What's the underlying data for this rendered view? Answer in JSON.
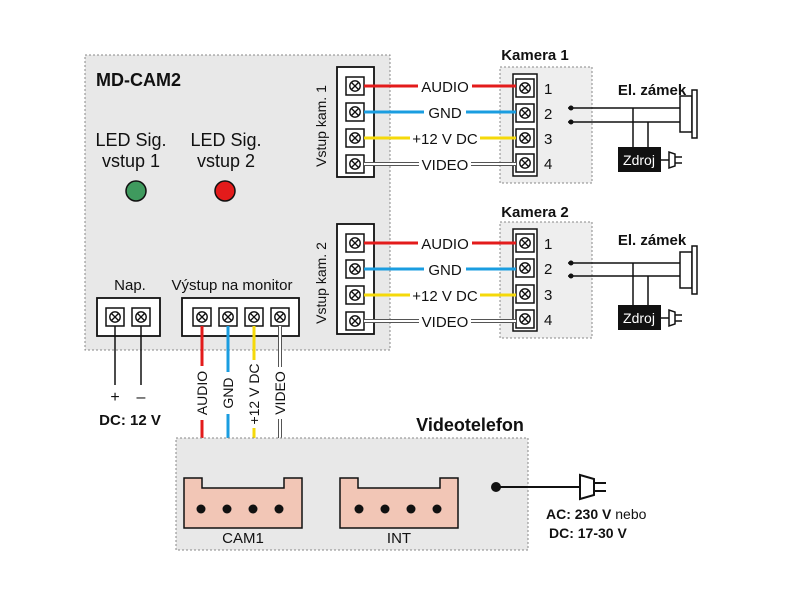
{
  "module": {
    "title": "MD-CAM2",
    "led1": {
      "line1": "LED Sig.",
      "line2": "vstup 1",
      "color": "#3f9a5e"
    },
    "led2": {
      "line1": "LED Sig.",
      "line2": "vstup 2",
      "color": "#e31b1b"
    },
    "nap_label": "Nap.",
    "monitor_out_label": "Výstup na monitor",
    "input1_label": "Vstup kam. 1",
    "input2_label": "Vstup kam. 2"
  },
  "power_dc": {
    "plus": "+",
    "minus": "–",
    "label": "DC: 12 V"
  },
  "wires": [
    {
      "label": "AUDIO",
      "color": "#e31b1b"
    },
    {
      "label": "GND",
      "color": "#1a9de0"
    },
    {
      "label": "+12 V DC",
      "color": "#f5d90a"
    },
    {
      "label": "VIDEO",
      "color": "#ffffff"
    }
  ],
  "camera1": {
    "title": "Kamera 1",
    "pins": [
      "1",
      "2",
      "3",
      "4"
    ]
  },
  "camera2": {
    "title": "Kamera 2",
    "pins": [
      "1",
      "2",
      "3",
      "4"
    ]
  },
  "lock1": {
    "title": "El. zámek",
    "supply": "Zdroj"
  },
  "lock2": {
    "title": "El. zámek",
    "supply": "Zdroj"
  },
  "videophone": {
    "title": "Videotelefon",
    "connector1": "CAM1",
    "connector2": "INT",
    "power_line1_bold": "AC: 230 V",
    "power_line1_rest": " nebo",
    "power_line2": "DC: 17-30 V"
  },
  "colors": {
    "panel": "#e8e8e8",
    "connector": "#f2c6b6",
    "audio": "#e31b1b",
    "gnd": "#1a9de0",
    "dc": "#f5d90a"
  }
}
